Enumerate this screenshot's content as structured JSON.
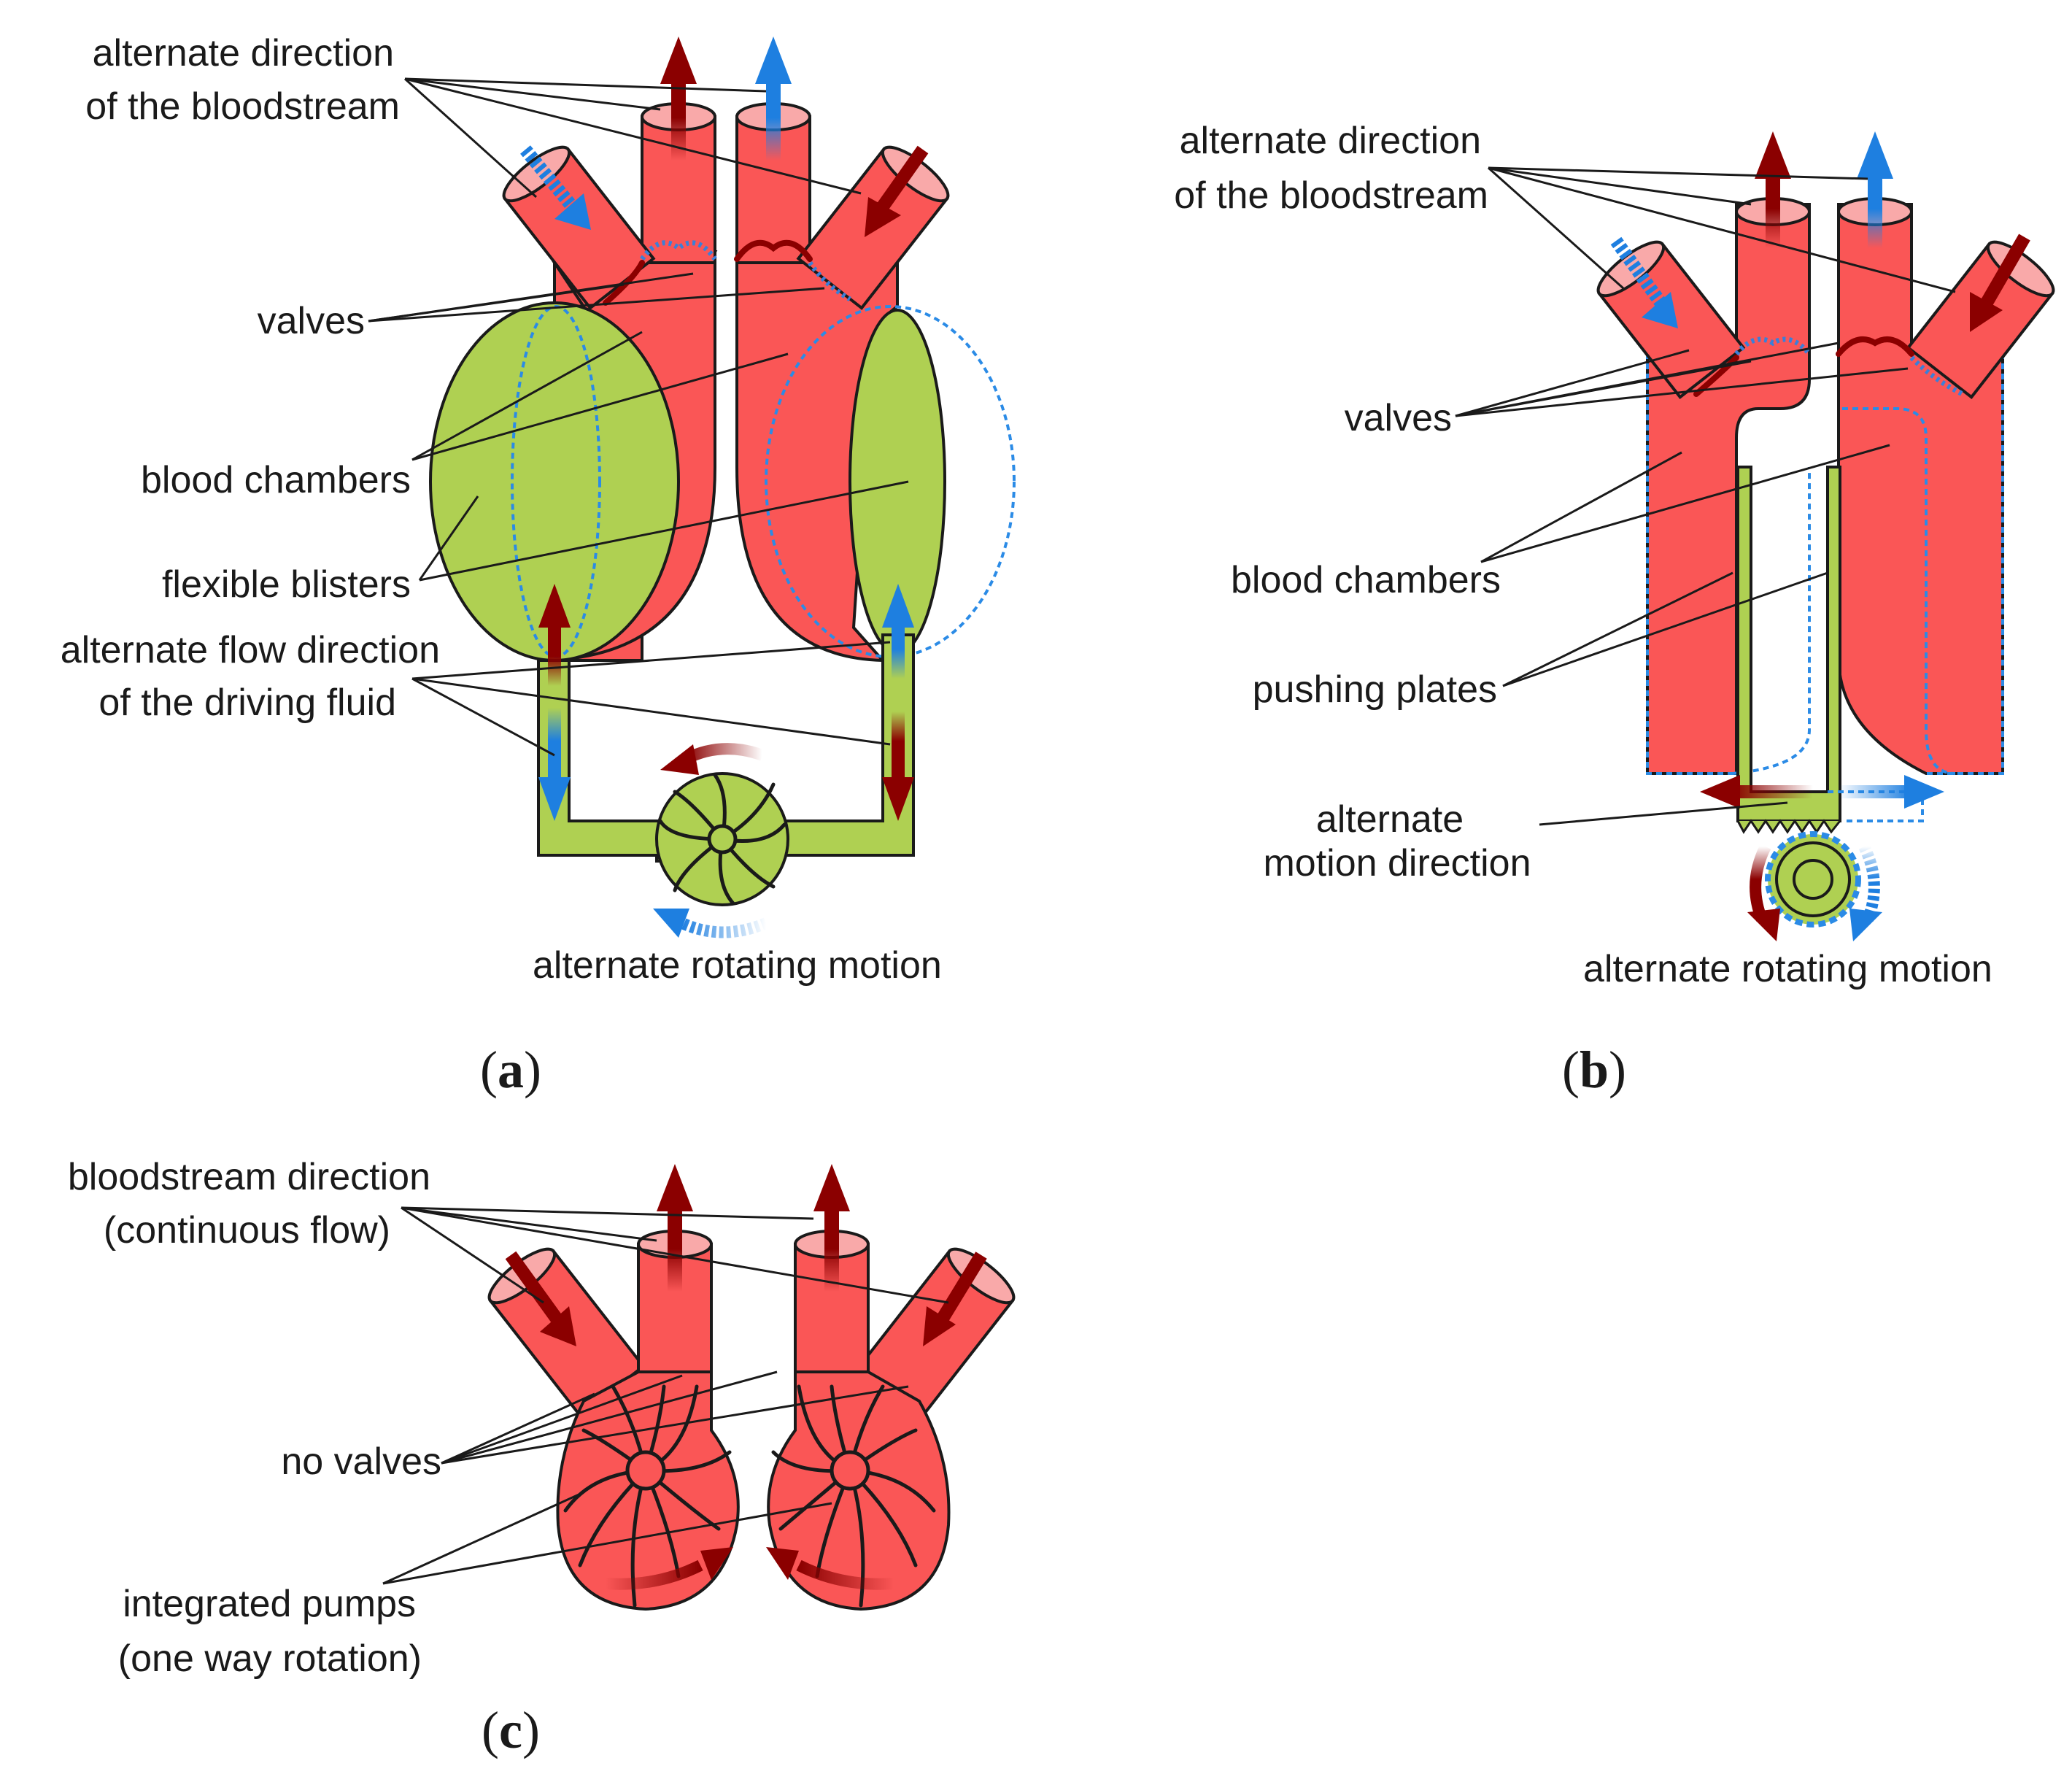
{
  "panel_a": {
    "caption_open": "(",
    "caption_letter": "a",
    "caption_close": ")",
    "labels": {
      "direction_line1": "alternate direction",
      "direction_line2": "of the bloodstream",
      "valves": "valves",
      "blood_chambers": "blood chambers",
      "flexible_blisters": "flexible blisters",
      "driving_line1": "alternate flow direction",
      "driving_line2": "of the driving fluid",
      "rotating": "alternate rotating motion"
    }
  },
  "panel_b": {
    "caption_open": "(",
    "caption_letter": "b",
    "caption_close": ")",
    "labels": {
      "direction_line1": "alternate direction",
      "direction_line2": "of the bloodstream",
      "valves": "valves",
      "blood_chambers": "blood chambers",
      "pushing_plates": "pushing plates",
      "motion_line1": "alternate",
      "motion_line2": "motion direction",
      "rotating": "alternate rotating motion"
    }
  },
  "panel_c": {
    "caption_open": "(",
    "caption_letter": "c",
    "caption_close": ")",
    "labels": {
      "direction_line1": "bloodstream direction",
      "direction_line2": "(continuous flow)",
      "no_valves": "no valves",
      "pumps_line1": "integrated pumps",
      "pumps_line2": "(one way rotation)"
    }
  },
  "colors": {
    "blood": "#fa5656",
    "blister": "#afd052",
    "arrow_red": "#8b0000",
    "arrow_blue": "#1e7fe0"
  }
}
